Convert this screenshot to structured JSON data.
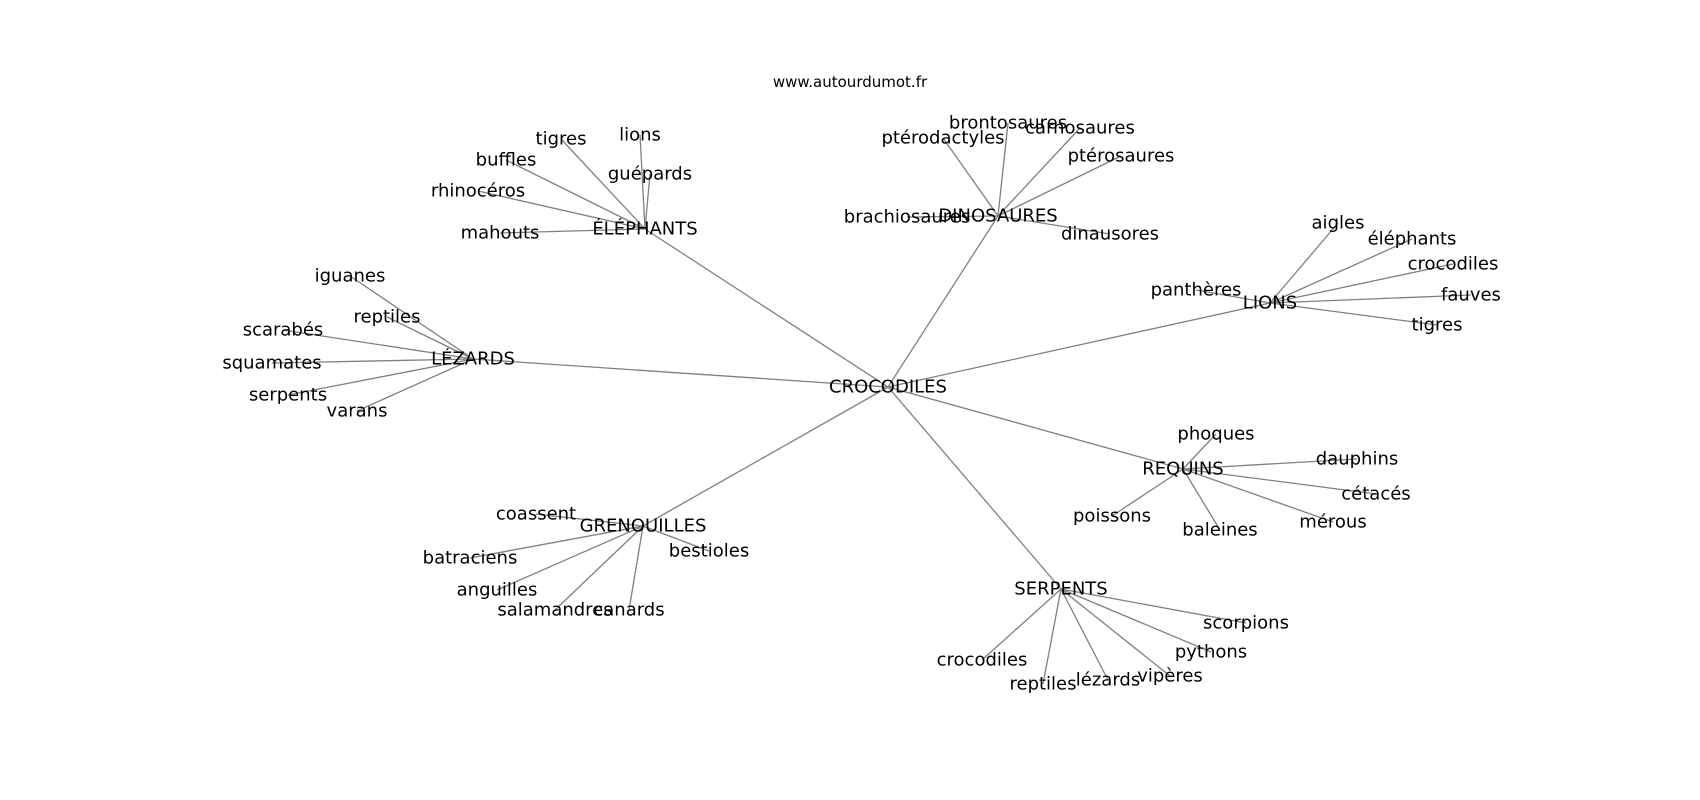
{
  "header": {
    "source": "www.autourdumot.fr"
  },
  "graph": {
    "center": "CROCODILES",
    "hubs": [
      {
        "label": "ÉLÉPHANTS",
        "children": [
          "tigres",
          "lions",
          "buffles",
          "guépards",
          "rhinocéros",
          "mahouts"
        ]
      },
      {
        "label": "DINOSAURES",
        "children": [
          "brontosaures",
          "ptérodactyles",
          "carnosaures",
          "ptérosaures",
          "brachiosaures",
          "dinausores"
        ]
      },
      {
        "label": "LIONS",
        "children": [
          "aigles",
          "éléphants",
          "crocodiles",
          "panthères",
          "fauves",
          "tigres"
        ]
      },
      {
        "label": "LÉZARDS",
        "children": [
          "iguanes",
          "reptiles",
          "scarabés",
          "squamates",
          "serpents",
          "varans"
        ]
      },
      {
        "label": "REQUINS",
        "children": [
          "phoques",
          "dauphins",
          "cétacés",
          "poissons",
          "baleines",
          "mérous"
        ]
      },
      {
        "label": "GRENOUILLES",
        "children": [
          "coassent",
          "bestioles",
          "batraciens",
          "anguilles",
          "salamandres",
          "canards"
        ]
      },
      {
        "label": "SERPENTS",
        "children": [
          "scorpions",
          "pythons",
          "crocodiles",
          "vipères",
          "lézards",
          "reptiles"
        ]
      }
    ]
  }
}
